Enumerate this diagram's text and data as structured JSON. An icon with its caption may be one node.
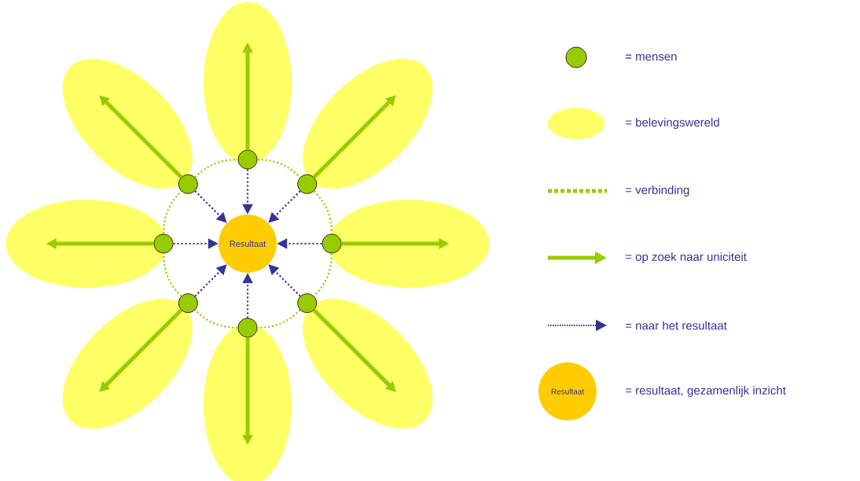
{
  "diagram": {
    "nodes": [
      {
        "text": [
          "Resultaat"
        ]
      },
      {
        "text": [],
        "shape": "circle"
      },
      {
        "text": [],
        "shape": "circle"
      },
      {
        "text": [],
        "shape": "circle"
      },
      {
        "text": [],
        "shape": "circle"
      },
      {
        "text": [],
        "shape": "circle"
      },
      {
        "text": [],
        "shape": "circle"
      },
      {
        "text": [],
        "shape": "circle"
      },
      {
        "text": [],
        "shape": "circle"
      },
      {
        "text": [],
        "shape": "ellipse"
      },
      {
        "text": [],
        "shape": "ellipse"
      },
      {
        "text": [],
        "shape": "ellipse"
      },
      {
        "text": [],
        "shape": "ellipse"
      },
      {
        "text": [],
        "shape": "ellipse"
      },
      {
        "text": [],
        "shape": "ellipse"
      },
      {
        "text": [],
        "shape": "ellipse"
      },
      {
        "text": [],
        "shape": "ellipse"
      },
      {
        "text": [
          "Resultaat"
        ]
      }
    ],
    "edges": [
      {
        "from": 1,
        "to": 0,
        "arrow": "to",
        "style": "dashed",
        "color": "#333399"
      },
      {
        "from": 2,
        "to": 0,
        "arrow": "to",
        "style": "dashed",
        "color": "#333399"
      },
      {
        "from": 3,
        "to": 0,
        "arrow": "to",
        "style": "dashed",
        "color": "#333399"
      },
      {
        "from": 4,
        "to": 0,
        "arrow": "to",
        "style": "dashed",
        "color": "#333399"
      },
      {
        "from": 5,
        "to": 0,
        "arrow": "to",
        "style": "dashed",
        "color": "#333399"
      },
      {
        "from": 6,
        "to": 0,
        "arrow": "to",
        "style": "dashed",
        "color": "#333399"
      },
      {
        "from": 7,
        "to": 0,
        "arrow": "to",
        "style": "dashed",
        "color": "#333399"
      },
      {
        "from": 8,
        "to": 0,
        "arrow": "to",
        "style": "dashed",
        "color": "#333399"
      },
      {
        "from": 1,
        "to": 9,
        "arrow": "to",
        "style": "thick",
        "color": "#99cc00"
      },
      {
        "from": 2,
        "to": 10,
        "arrow": "to",
        "style": "thick",
        "color": "#99cc00"
      },
      {
        "from": 3,
        "to": 11,
        "arrow": "to",
        "style": "thick",
        "color": "#99cc00"
      },
      {
        "from": 4,
        "to": 12,
        "arrow": "to",
        "style": "thick",
        "color": "#99cc00"
      },
      {
        "from": 5,
        "to": 13,
        "arrow": "to",
        "style": "thick",
        "color": "#99cc00"
      },
      {
        "from": 6,
        "to": 14,
        "arrow": "to",
        "style": "thick",
        "color": "#99cc00"
      },
      {
        "from": 7,
        "to": 15,
        "arrow": "to",
        "style": "thick",
        "color": "#99cc00"
      },
      {
        "from": 8,
        "to": 16,
        "arrow": "to",
        "style": "thick",
        "color": "#99cc00"
      },
      {
        "from": 1,
        "to": 3,
        "arrow": "none",
        "style": "dashed",
        "color": "#99cc00"
      },
      {
        "from": 3,
        "to": 5,
        "arrow": "none",
        "style": "dashed",
        "color": "#99cc00"
      },
      {
        "from": 5,
        "to": 7,
        "arrow": "none",
        "style": "dashed",
        "color": "#99cc00"
      },
      {
        "from": 7,
        "to": 8,
        "arrow": "none",
        "style": "dashed",
        "color": "#99cc00"
      },
      {
        "from": 8,
        "to": 6,
        "arrow": "none",
        "style": "dashed",
        "color": "#99cc00"
      },
      {
        "from": 6,
        "to": 4,
        "arrow": "none",
        "style": "dashed",
        "color": "#99cc00"
      },
      {
        "from": 4,
        "to": 2,
        "arrow": "none",
        "style": "dashed",
        "color": "#99cc00"
      },
      {
        "from": 2,
        "to": 1,
        "arrow": "none",
        "style": "dashed",
        "color": "#99cc00"
      }
    ],
    "legend": [
      {
        "text": "= mensen",
        "color": "#99cc00"
      },
      {
        "text": "= belevingswereld",
        "color": "#ffff66"
      },
      {
        "text": "= verbinding"
      },
      {
        "text": "= op zoek naar uniciteit"
      },
      {
        "text": "= naar het resultaat"
      },
      {
        "text": "= resultaat, gezamenlijk inzicht"
      }
    ]
  }
}
